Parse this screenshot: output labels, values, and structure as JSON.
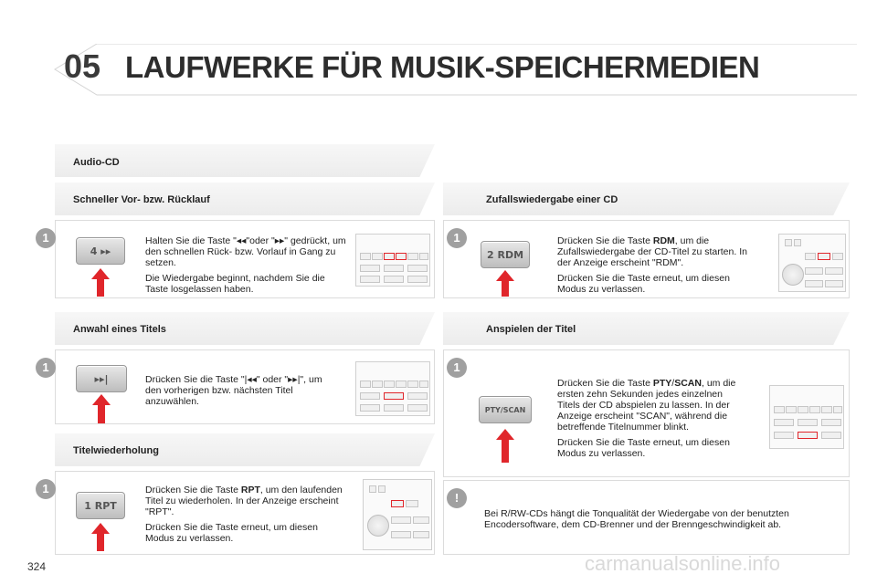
{
  "header": {
    "chapter": "05",
    "title": "LAUFWERKE FÜR MUSIK-SPEICHERMEDIEN"
  },
  "sections": {
    "audio_cd": {
      "title": "Audio-CD"
    },
    "fast": {
      "title": "Schneller Vor- bzw. Rücklauf",
      "step": "1",
      "button_label": "4 ▸▸",
      "text1": "Halten Sie die Taste \"◂◂\"oder \"▸▸\" gedrückt, um den schnellen Rück- bzw. Vorlauf in Gang zu setzen.",
      "text2": "Die Wiedergabe beginnt, nachdem Sie die Taste losgelassen haben."
    },
    "select": {
      "title": "Anwahl eines Titels",
      "step": "1",
      "button_label": "▸▸|",
      "text1": "Drücken Sie die Taste \"|◂◂\" oder \"▸▸|\", um den vorherigen bzw. nächsten Titel anzuwählen."
    },
    "repeat": {
      "title": "Titelwiederholung",
      "step": "1",
      "button_label": "1 RPT",
      "text1_pre": "Drücken Sie die Taste ",
      "text1_bold": "RPT",
      "text1_post": ", um den laufenden Titel zu wiederholen. In der Anzeige erscheint \"RPT\".",
      "text2": "Drücken Sie die Taste erneut, um diesen Modus zu verlassen."
    },
    "random": {
      "title": "Zufallswiedergabe einer CD",
      "step": "1",
      "button_label": "2 RDM",
      "text1_pre": "Drücken Sie die Taste ",
      "text1_bold": "RDM",
      "text1_post": ", um die Zufallswiedergabe der CD-Titel zu starten. In der Anzeige erscheint \"RDM\".",
      "text2": "Drücken Sie die Taste erneut, um diesen Modus zu verlassen."
    },
    "scan": {
      "title": "Anspielen der Titel",
      "step": "1",
      "button_label": "PTY/SCAN",
      "text1_pre": "Drücken Sie die Taste ",
      "text1_bold": "PTY",
      "text1_mid": "/",
      "text1_bold2": "SCAN",
      "text1_post": ", um die ersten zehn Sekunden jedes einzelnen Titels der CD abspielen zu lassen. In der Anzeige erscheint \"SCAN\", während die betreffende Titelnummer blinkt.",
      "text2": "Drücken Sie die Taste erneut, um diesen Modus zu verlassen."
    },
    "note": {
      "step": "!",
      "text": "Bei R/RW-CDs hängt die Tonqualität der Wiedergabe von der benutzten Encodersoftware, dem CD-Brenner und der Brenngeschwindigkeit ab."
    }
  },
  "footer": {
    "page": "324",
    "watermark": "carmanualsonline.info"
  },
  "colors": {
    "accent": "#e0262b",
    "step_badge": "#a0a0a0"
  }
}
